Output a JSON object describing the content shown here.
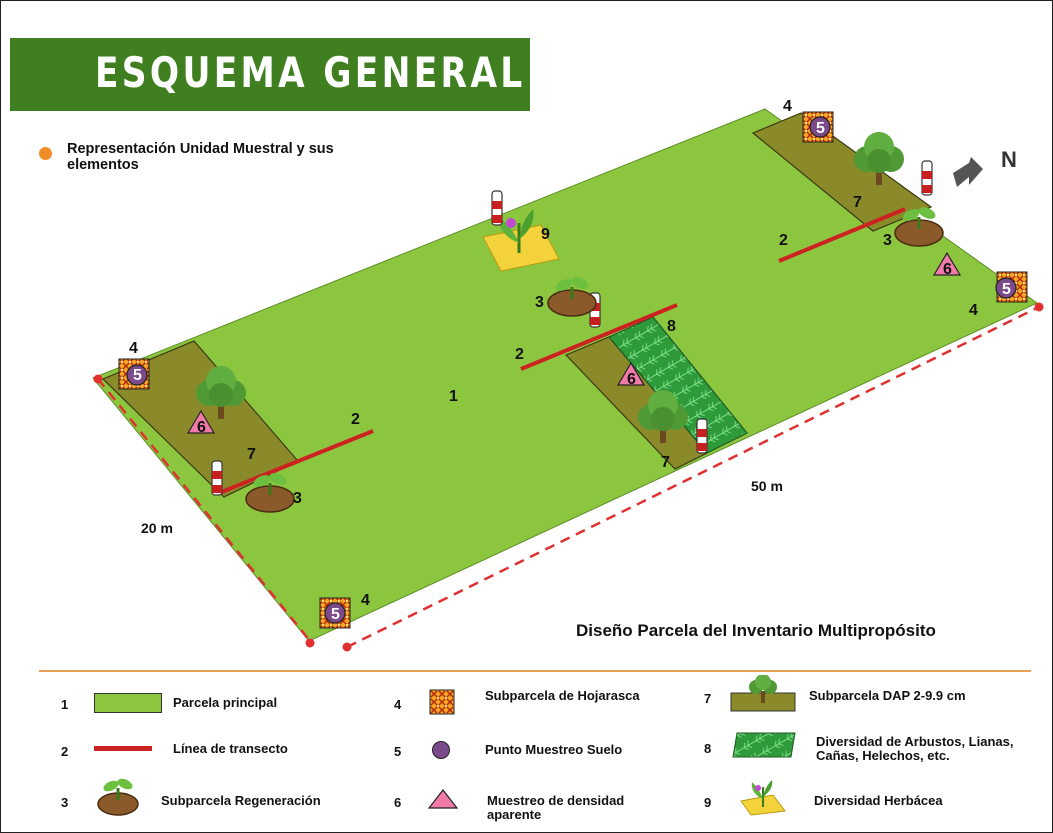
{
  "title": "ESQUEMA GENERAL",
  "representation_note": "Representación Unidad Muestral y sus elementos",
  "north_label": "N",
  "diagram_caption": "Diseño Parcela del Inventario Multipropósito",
  "dimensions": {
    "width": "20 m",
    "length": "50 m"
  },
  "map_numbers": {
    "main": "1",
    "transect": "2",
    "regeneration": "3",
    "litter": "4",
    "soil": "5",
    "density": "6",
    "dap": "7",
    "shrubs": "8",
    "herbaceous": "9"
  },
  "colors": {
    "banner": "#3f7f1f",
    "parcel": "#8cc63f",
    "subparcel_dap": "#8a8a2a",
    "transect": "#cc2222",
    "soil_point": "#7a4a8a",
    "density": "#f07aa8",
    "herbaceous": "#f3d23c",
    "boundary": "#e03030"
  },
  "legend": [
    {
      "number": "1",
      "label": "Parcela principal",
      "icon": "green-rectangle-icon"
    },
    {
      "number": "2",
      "label": "Línea de transecto",
      "icon": "red-line-icon"
    },
    {
      "number": "3",
      "label": "Subparcela Regeneración",
      "icon": "seedling-mound-icon"
    },
    {
      "number": "4",
      "label": "Subparcela de Hojarasca",
      "icon": "leaf-litter-icon"
    },
    {
      "number": "5",
      "label": "Punto Muestreo Suelo",
      "icon": "purple-circle-icon"
    },
    {
      "number": "6",
      "label": "Muestreo de densidad aparente",
      "icon": "pink-triangle-icon"
    },
    {
      "number": "7",
      "label": "Subparcela DAP 2-9.9 cm",
      "icon": "tree-strip-icon"
    },
    {
      "number": "8",
      "label": "Diversidad de Arbustos, Lianas, Cañas, Helechos, etc.",
      "icon": "fern-rectangle-icon"
    },
    {
      "number": "9",
      "label": "Diversidad Herbácea",
      "icon": "herb-square-icon"
    }
  ]
}
